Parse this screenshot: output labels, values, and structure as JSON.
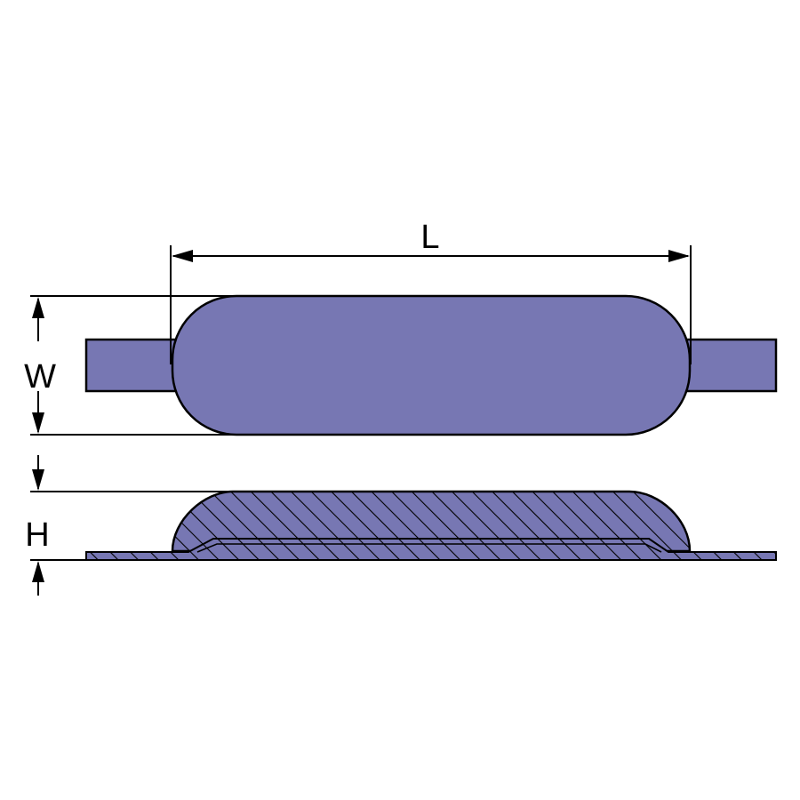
{
  "colors": {
    "body_fill": "#7777b3",
    "outline": "#000000",
    "background": "#ffffff"
  },
  "labels": {
    "length": "L",
    "width": "W",
    "height": "H"
  }
}
